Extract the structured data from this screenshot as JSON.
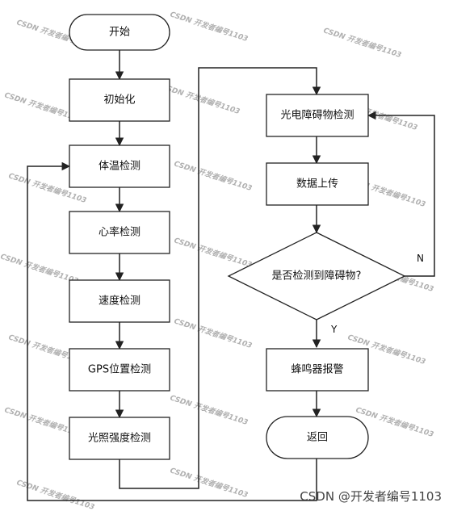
{
  "nodes": {
    "start": "开始",
    "init": "初始化",
    "temp": "体温检测",
    "heart": "心率检测",
    "speed": "速度检测",
    "gps": "GPS位置检测",
    "light": "光照强度检测",
    "obstacle": "光电障碍物检测",
    "upload": "数据上传",
    "decision": "是否检测到障碍物?",
    "buzzer": "蜂鸣器报警",
    "ret": "返回"
  },
  "edges": {
    "no": "N",
    "yes": "Y"
  },
  "watermark": "CSDN 开发者编号1103",
  "footer": "CSDN @开发者编号1103",
  "colors": {
    "box_fill": "#ffffff",
    "stroke": "#222222",
    "watermark": "#b0b0b0"
  }
}
